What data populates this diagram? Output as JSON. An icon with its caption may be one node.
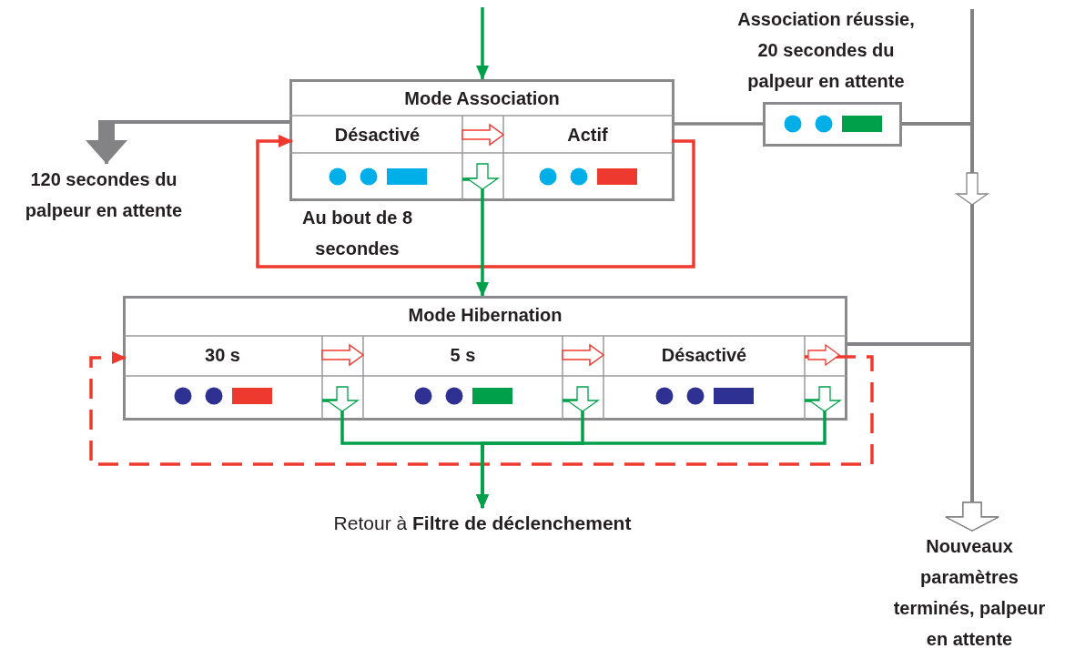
{
  "diagram": {
    "nodes": [
      {
        "text": [
          "Mode Association"
        ]
      },
      {
        "text": [
          "Désactivé"
        ],
        "in": 0
      },
      {
        "text": [
          "Actif"
        ],
        "in": 0
      },
      {
        "text": [],
        "shape": "box",
        "beside": [
          "Association réussie, 20 secondes du palpeur en attente"
        ]
      },
      {
        "text": [
          "120 secondes du palpeur en attente"
        ]
      },
      {
        "text": [
          "Mode Hibernation"
        ]
      },
      {
        "text": [
          "30 s"
        ],
        "in": 5
      },
      {
        "text": [
          "5 s"
        ],
        "in": 5
      },
      {
        "text": [
          "Désactivé"
        ],
        "in": 5
      },
      {
        "text": [
          "Retour à **Filtre de déclenchement**"
        ]
      },
      {
        "text": [
          "Nouveaux paramètres terminés, palpeur en attente"
        ]
      }
    ],
    "edges": [
      {
        "from": null,
        "to": 0,
        "arrow": "to",
        "color": "#00a04a"
      },
      {
        "from": 0,
        "to": 4,
        "arrow": "to",
        "color": "#838385"
      },
      {
        "from": 1,
        "to": 2,
        "arrow": "to",
        "color": "#ee3a2e"
      },
      {
        "from": 2,
        "to": 1,
        "arrow": "to",
        "color": "#ee3a2e",
        "label": "Au bout de 8 secondes"
      },
      {
        "from": 1,
        "to": 5,
        "arrow": "to",
        "color": "#00a04a"
      },
      {
        "from": 0,
        "to": 3,
        "arrow": "none",
        "color": "#838385"
      },
      {
        "from": 3,
        "to": 10,
        "arrow": "to",
        "color": "#838385"
      },
      {
        "from": null,
        "to": 10,
        "arrow": "to",
        "color": "#838385"
      },
      {
        "from": 8,
        "to": 6,
        "arrow": "to",
        "color": "#ee3a2e",
        "style": "dashed"
      },
      {
        "from": 6,
        "to": 7,
        "arrow": "to",
        "color": "#ee3a2e"
      },
      {
        "from": 7,
        "to": 8,
        "arrow": "to",
        "color": "#ee3a2e"
      },
      {
        "from": 5,
        "to": 10,
        "arrow": "to",
        "color": "#838385"
      },
      {
        "from": 6,
        "to": 9,
        "arrow": "to",
        "color": "#00a04a"
      },
      {
        "from": 7,
        "to": 9,
        "arrow": "to",
        "color": "#00a04a"
      },
      {
        "from": 8,
        "to": 9,
        "arrow": "to",
        "color": "#00a04a"
      }
    ]
  }
}
